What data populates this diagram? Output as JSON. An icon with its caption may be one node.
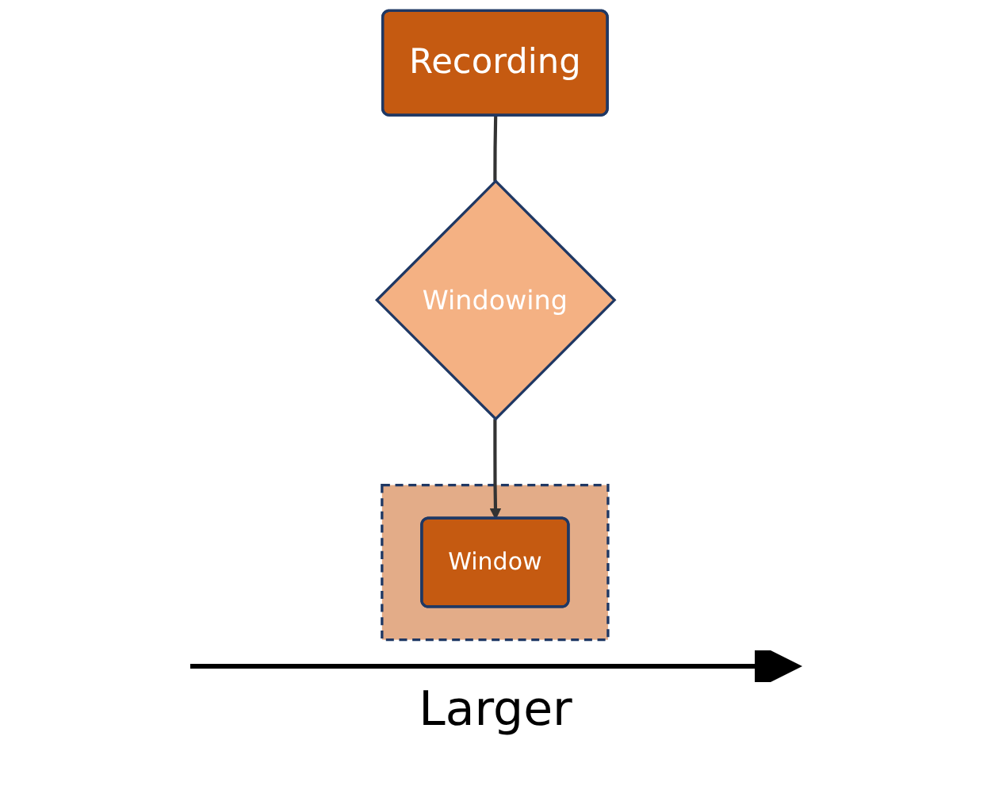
{
  "diagram": {
    "nodes": [
      {
        "text": [
          "Recording"
        ]
      },
      {
        "text": [
          "Windowing"
        ]
      },
      {
        "text": [],
        "shape": "box"
      },
      {
        "text": [
          "Window"
        ],
        "in": 2
      }
    ],
    "edges": [
      {
        "from": 0,
        "to": 1,
        "arrow": "none"
      },
      {
        "from": 1,
        "to": 3,
        "arrow": "to"
      }
    ],
    "labels": [
      "Larger"
    ]
  }
}
